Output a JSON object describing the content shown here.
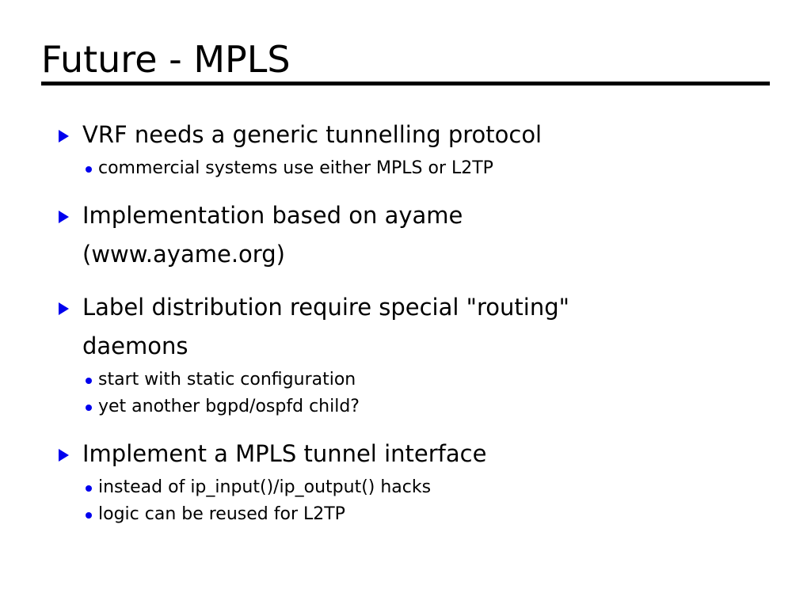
{
  "slide": {
    "title": "Future - MPLS",
    "accent_color": "#0000ee",
    "text_color": "#000000",
    "background_color": "#ffffff",
    "markers": {
      "level1": "triangle-bullet",
      "level2": "dot-bullet"
    },
    "groups": [
      {
        "bullet": "VRF needs a generic tunnelling protocol",
        "subs": [
          "commercial systems use either MPLS or L2TP"
        ]
      },
      {
        "bullet": "Implementation based on ayame (www.ayame.org)",
        "subs": []
      },
      {
        "bullet": "Label distribution require special \"routing\" daemons",
        "subs": [
          "start with static configuration",
          "yet another bgpd/ospfd child?"
        ]
      },
      {
        "bullet": "Implement a MPLS tunnel interface",
        "subs": [
          "instead of ip_input()/ip_output() hacks",
          "logic can be reused for L2TP"
        ]
      }
    ]
  }
}
